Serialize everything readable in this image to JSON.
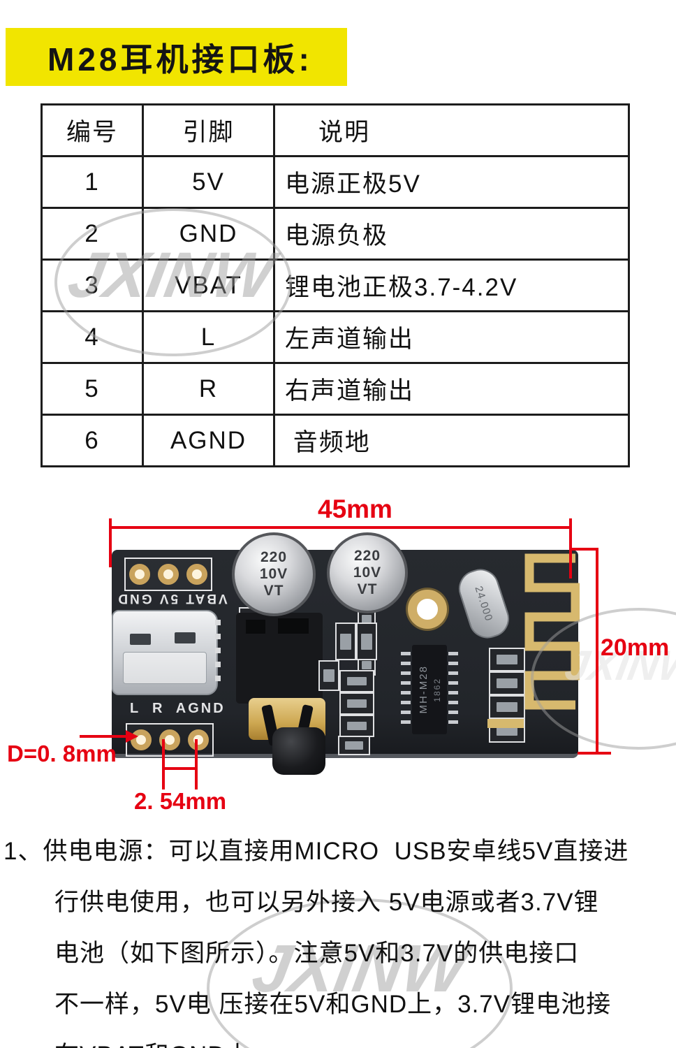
{
  "title": {
    "text": "M28耳机接口板:"
  },
  "pin_table": {
    "headers": [
      "编号",
      "引脚",
      "说明"
    ],
    "rows": [
      [
        "1",
        "5V",
        "电源正极5V"
      ],
      [
        "2",
        "GND",
        "电源负极"
      ],
      [
        "3",
        "VBAT",
        "锂电池正极3.7-4.2V"
      ],
      [
        "4",
        "L",
        "左声道输出"
      ],
      [
        "5",
        "R",
        "右声道输出"
      ],
      [
        "6",
        "AGND",
        " 音频地"
      ]
    ]
  },
  "watermark": {
    "text": "JXINW"
  },
  "dims": {
    "width": "45mm",
    "height": "20mm",
    "hole": "D=0. 8mm",
    "pitch": "2. 54mm"
  },
  "board": {
    "silk_top": "VBAT 5V GND",
    "silk_bottom": "L  R  AGND",
    "cap_lines": [
      "220",
      "10V",
      "VT"
    ],
    "crystal": "24.000",
    "chip_line1": "MH-M28",
    "chip_line2": "1862",
    "usb_plus": "+"
  },
  "notes": {
    "lines": [
      "1、供电电源：可以直接用MICRO  USB安卓线5V直接进",
      "行供电使用，也可以另外接入 5V电源或者3.7V锂",
      "电池（如下图所示）。注意5V和3.7V的供电接口",
      "不一样，5V电 压接在5V和GND上，3.7V锂电池接",
      "在VBAT和GND上"
    ]
  },
  "colors": {
    "accent_red": "#e60012",
    "title_bg": "#f1e500",
    "board": "#24272c",
    "gold": "#d7b96e"
  }
}
